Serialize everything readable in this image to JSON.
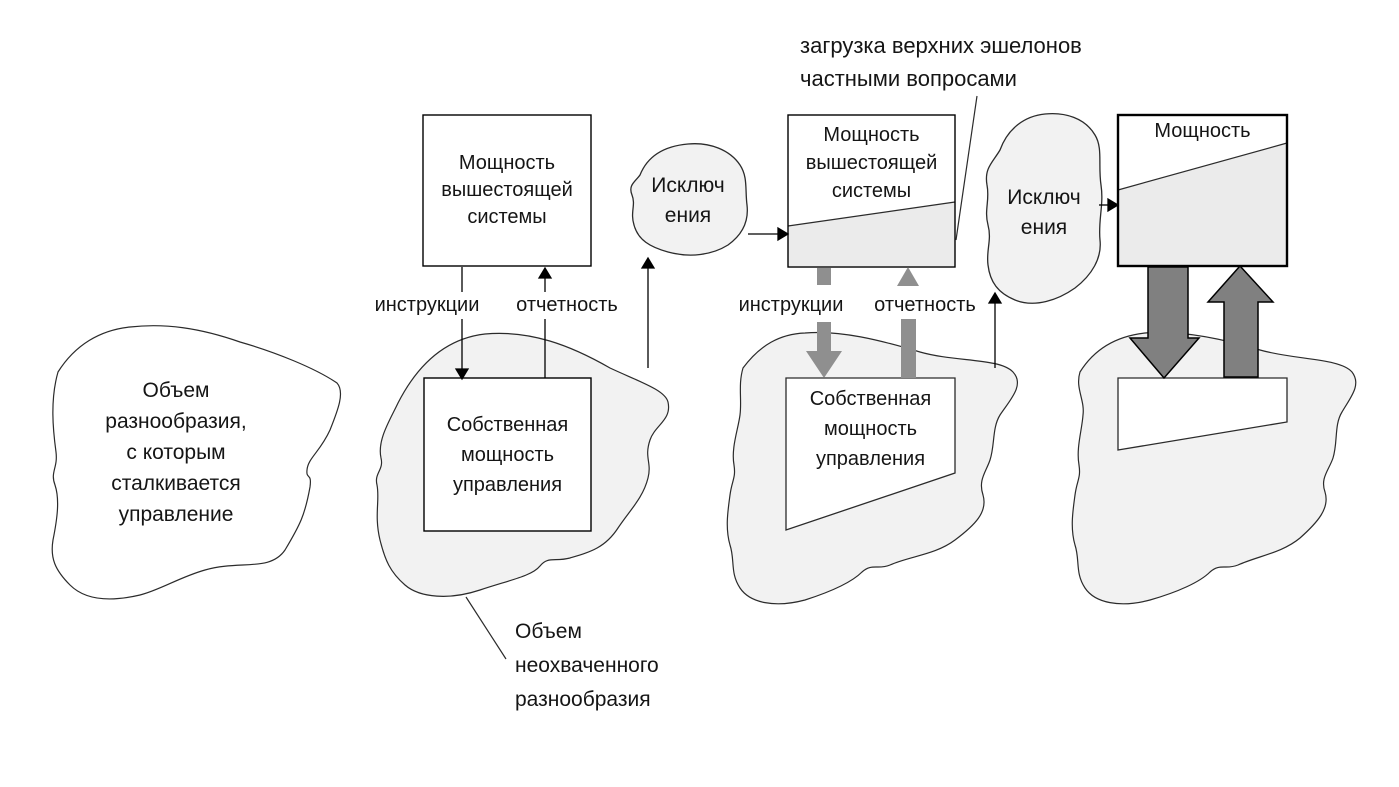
{
  "annotations": {
    "top_note": "загрузка верхних эшелонов\nчастными вопросами",
    "bottom_note": "Объем\nнеохваченного\nразнообразия"
  },
  "left_blob": {
    "label": "Объем\nразнообразия,\nс которым\nсталкивается\nуправление"
  },
  "stage1": {
    "upper_box": "Мощность\nвышестоящей\nсистемы",
    "instructions_label": "инструкции",
    "reporting_label": "отчетность",
    "own_box": "Собственная\nмощность\nуправления"
  },
  "stage2": {
    "exceptions_blob": "Исключ\nения",
    "upper_box": "Мощность\nвышестоящей\nсистемы",
    "instructions_label": "инструкции",
    "reporting_label": "отчетность",
    "own_box": "Собственная\nмощность\nуправления"
  },
  "stage3": {
    "exceptions_blob": "Исключ\nения",
    "upper_box": "Мощность"
  },
  "colors": {
    "blob_fill": "#f2f2f2",
    "shade_fill": "#ebebeb",
    "arrow_medium_gray": "#8f8f8f",
    "arrow_dark_gray": "#808080",
    "outline": "#2b2b2b"
  }
}
